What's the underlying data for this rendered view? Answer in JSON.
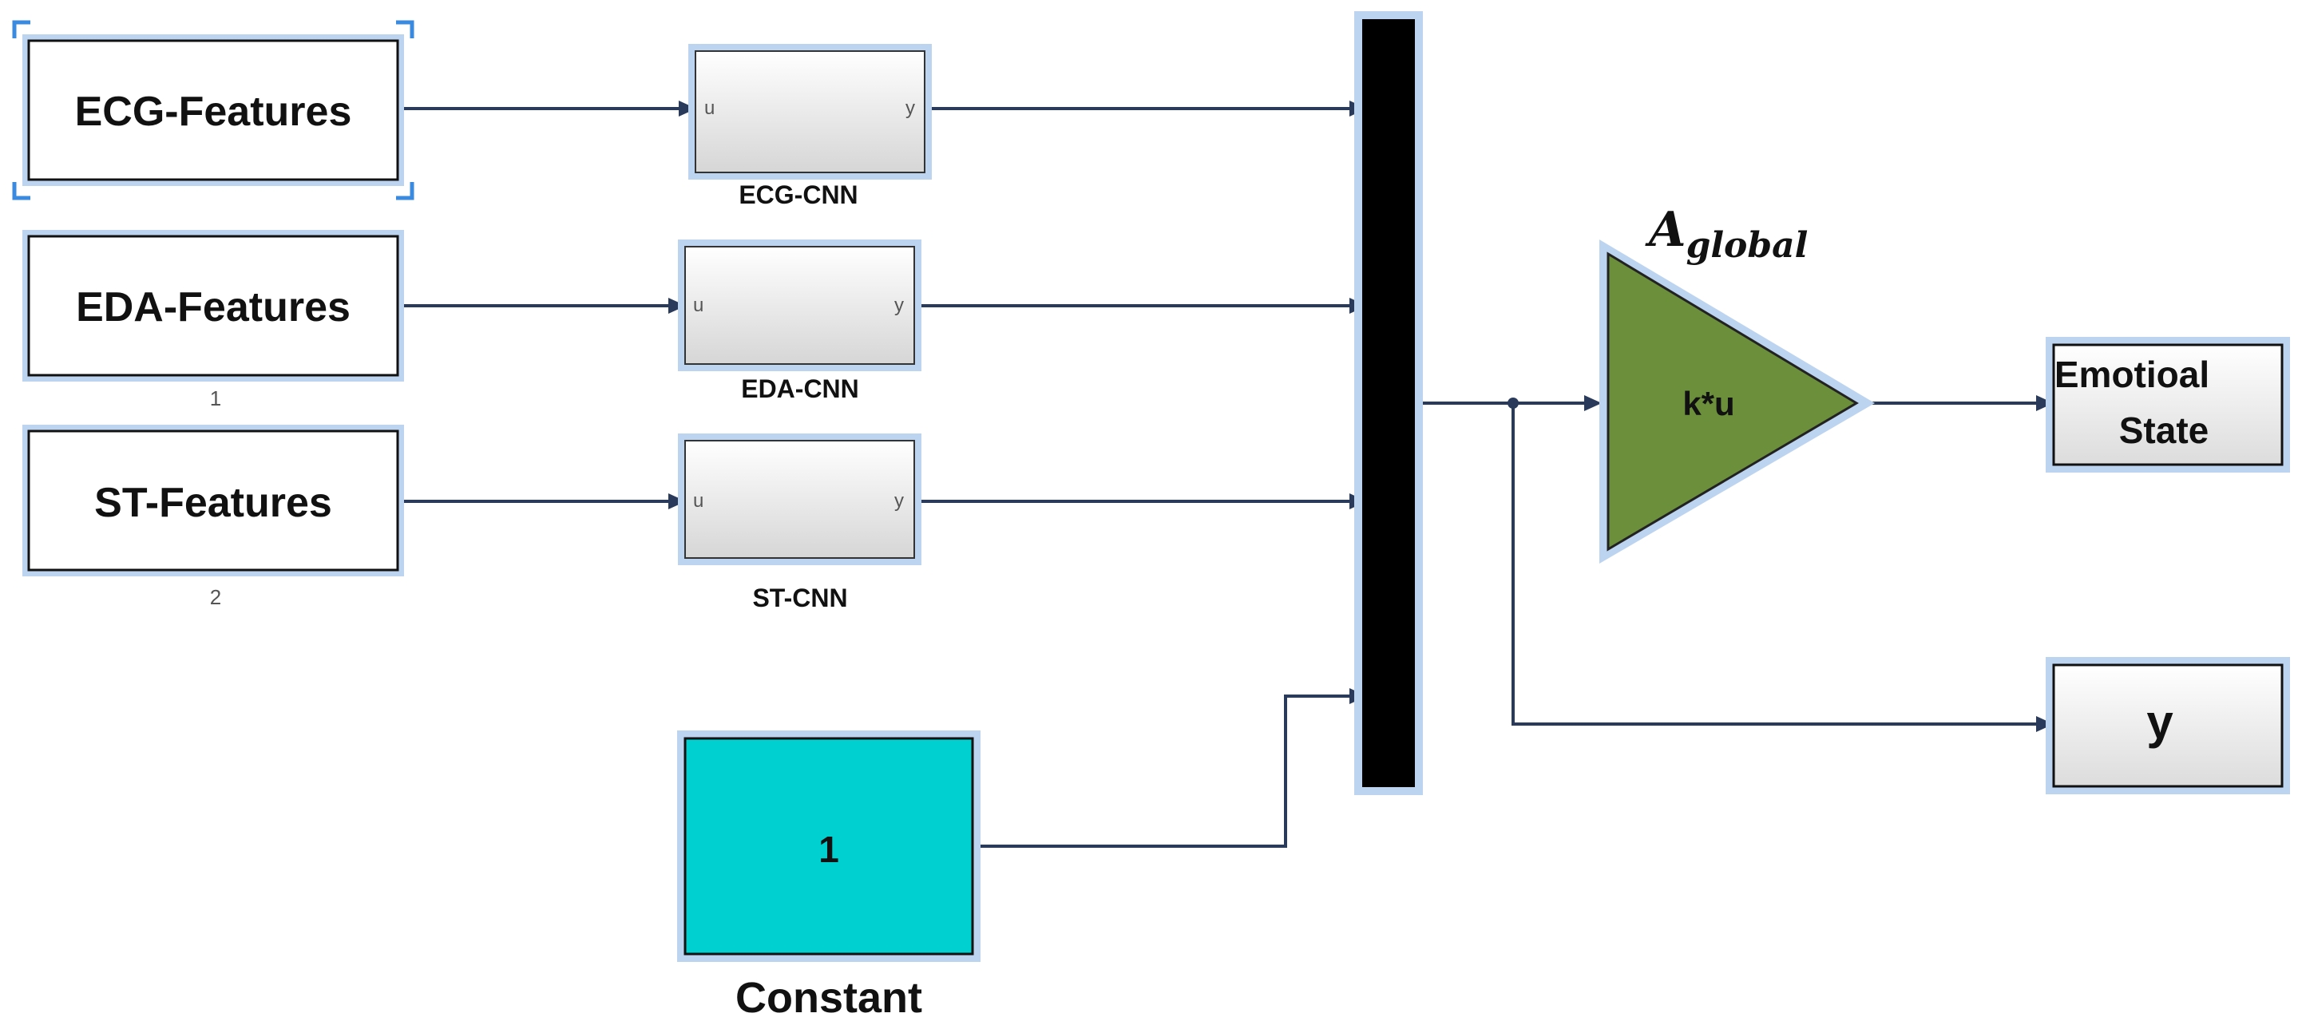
{
  "diagram": {
    "inputs": [
      {
        "label": "ECG-Features",
        "port_number": ""
      },
      {
        "label": "EDA-Features",
        "port_number": "1"
      },
      {
        "label": "ST-Features",
        "port_number": "2"
      }
    ],
    "subsystems": [
      {
        "label": "ECG-CNN",
        "in_port": "u",
        "out_port": "y"
      },
      {
        "label": "EDA-CNN",
        "in_port": "u",
        "out_port": "y"
      },
      {
        "label": "ST-CNN",
        "in_port": "u",
        "out_port": "y"
      }
    ],
    "constant": {
      "value": "1",
      "label": "Constant"
    },
    "gain": {
      "expression": "k*u",
      "label_main": "A",
      "label_subscript": "global"
    },
    "outputs": {
      "emotional_state_line1": "Emotioal",
      "emotional_state_line2": "State",
      "y": "y"
    }
  },
  "colors": {
    "block_fill": "#ffffff",
    "highlight": "#bcd4f0",
    "line": "#2a3a5a",
    "mux_fill": "#000000",
    "constant_fill": "#00d0d0",
    "gain_fill": "#6b8f3a",
    "selection_corner": "#3a8ae0"
  }
}
